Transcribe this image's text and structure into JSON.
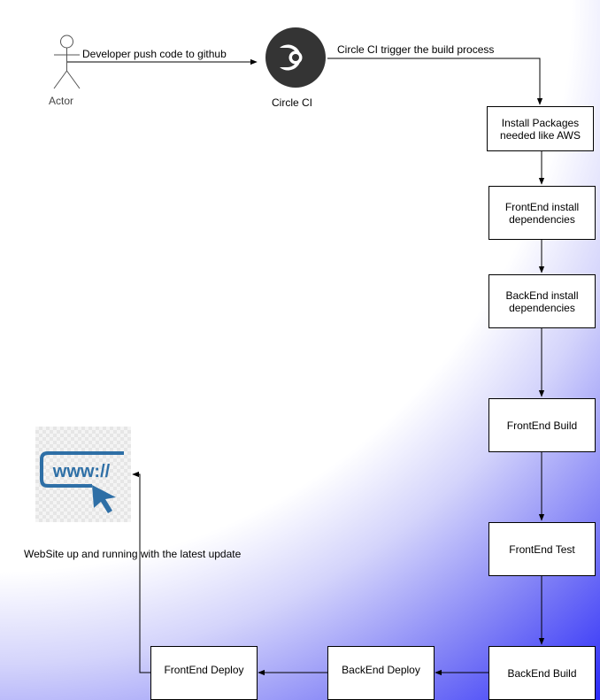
{
  "actor": {
    "label": "Actor"
  },
  "circleci": {
    "label": "Circle CI"
  },
  "edges": {
    "push": "Developer push code to github",
    "trigger": "Circle CI trigger the build process"
  },
  "steps": {
    "install_packages": "Install Packages needed like AWS",
    "frontend_install": "FrontEnd install dependencies",
    "backend_install": "BackEnd install dependencies",
    "frontend_build": "FrontEnd Build",
    "frontend_test": "FrontEnd Test",
    "backend_build": "BackEnd Build",
    "backend_deploy": "BackEnd Deploy",
    "frontend_deploy": "FrontEnd Deploy"
  },
  "website": {
    "icon_text": "www://",
    "caption": "WebSite up and running with the latest update"
  },
  "colors": {
    "line": "#000000",
    "icon_blue": "#2e6fa6",
    "circleci_dark": "#343434",
    "gradient_blue": "#2a2af8"
  }
}
